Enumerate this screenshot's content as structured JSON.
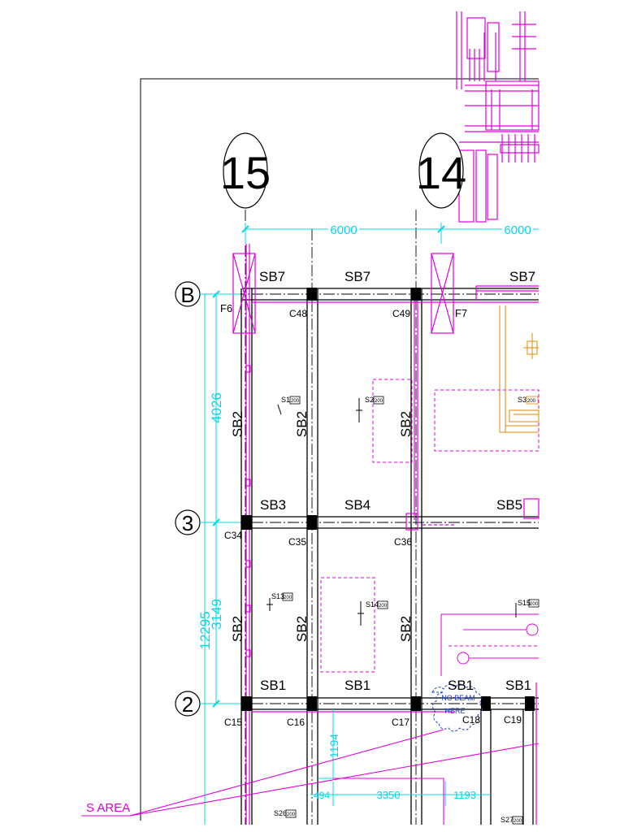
{
  "grid": {
    "axis_15": "15",
    "axis_14": "14",
    "row_b": "B",
    "row_3": "3",
    "row_2": "2"
  },
  "dimensions": {
    "span_15_14": "6000",
    "span_14_next": "6000",
    "b_to_3": "4026",
    "three_to_2": "3149",
    "overall": "12295",
    "dim_1194": "1194",
    "dim_494": "494",
    "dim_3350": "3350",
    "dim_1193": "1193"
  },
  "beams": {
    "sb7_a": "SB7",
    "sb7_b": "SB7",
    "sb7_c": "SB7",
    "sb3": "SB3",
    "sb4": "SB4",
    "sb5": "SB5",
    "sb1_a": "SB1",
    "sb1_b": "SB1",
    "sb1_c": "SB1",
    "sb1_d": "SB1",
    "sb2_v1_top": "SB2",
    "sb2_v2_top": "SB2",
    "sb2_v3_top": "SB2",
    "sb2_v1_bot": "SB2",
    "sb2_v2_bot": "SB2",
    "sb2_v3_bot": "SB2"
  },
  "columns": {
    "c48": "C48",
    "c49": "C49",
    "c34": "C34",
    "c35": "C35",
    "c36": "C36",
    "c15": "C15",
    "c16": "C16",
    "c17": "C17",
    "c18": "C18",
    "c19": "C19"
  },
  "footings": {
    "f6": "F6",
    "f7": "F7"
  },
  "slabs": {
    "s1": "S1",
    "s2": "S2",
    "s3": "S3",
    "s13": "S13",
    "s14": "S14",
    "s15": "S15",
    "s26": "S26",
    "s27": "S27",
    "thk": "200"
  },
  "notes": {
    "area": "S AREA",
    "cloud_line1": "NO BEAM",
    "cloud_line2": "HERE"
  },
  "colors": {
    "magenta": "#e000e0",
    "cyan": "#00d8e8",
    "orange": "#e08a00",
    "black": "#000000"
  }
}
